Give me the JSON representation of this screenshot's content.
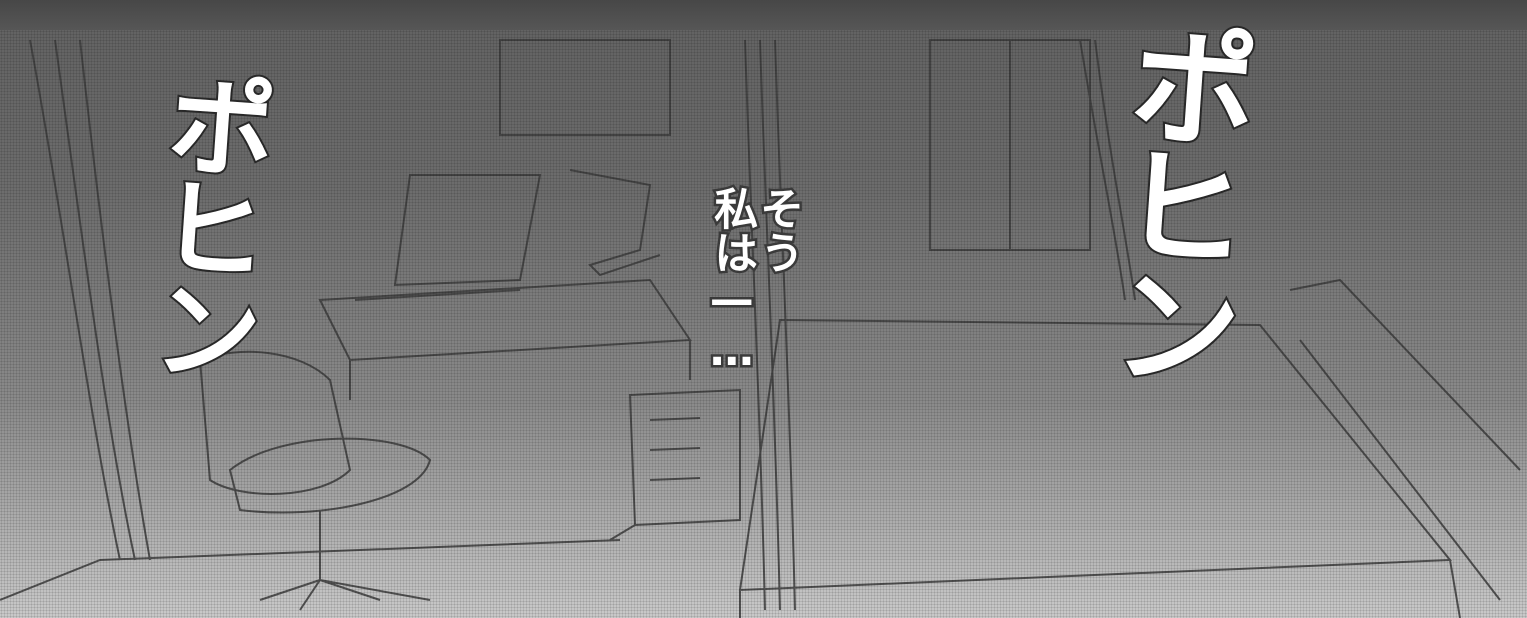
{
  "panel": {
    "sfx": {
      "left": "ポヒン",
      "right": "ポヒン"
    },
    "dialogue": {
      "line_1": "そう",
      "line_2": "私は—…"
    }
  }
}
